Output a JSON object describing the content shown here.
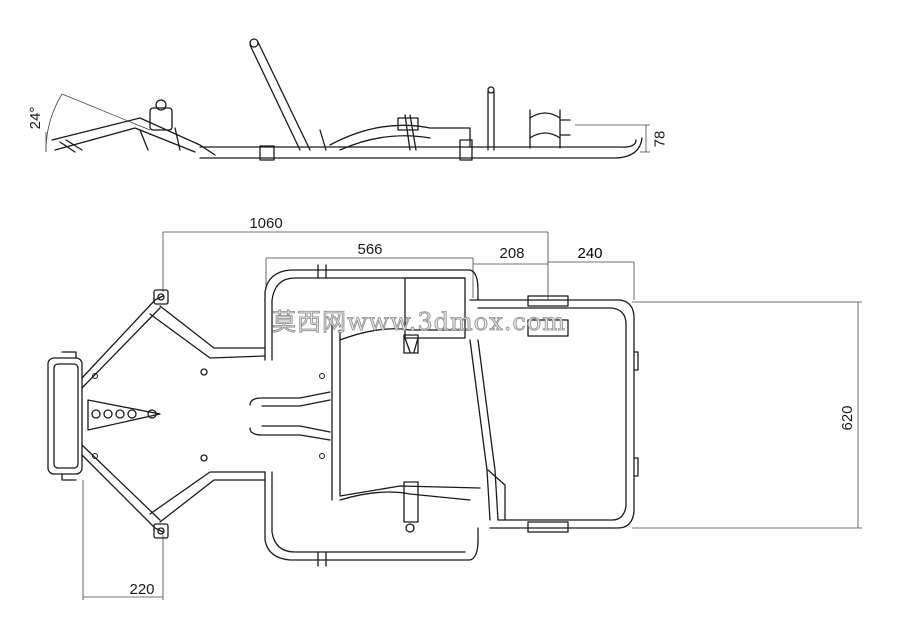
{
  "drawing": {
    "side_view": {
      "angle_label": "24°",
      "height_label": "78"
    },
    "top_view": {
      "dim_total_length": "1060",
      "dim_mid_section": "566",
      "dim_seat_section": "208",
      "dim_rear_overhang": "240",
      "dim_rear_width": "620",
      "dim_front_track": "220"
    },
    "watermark": "莫西网www.3dmox.com",
    "colors": {
      "line": "#1a1a1a",
      "dimension": "#444444",
      "watermark": "#8a8a8a"
    }
  }
}
